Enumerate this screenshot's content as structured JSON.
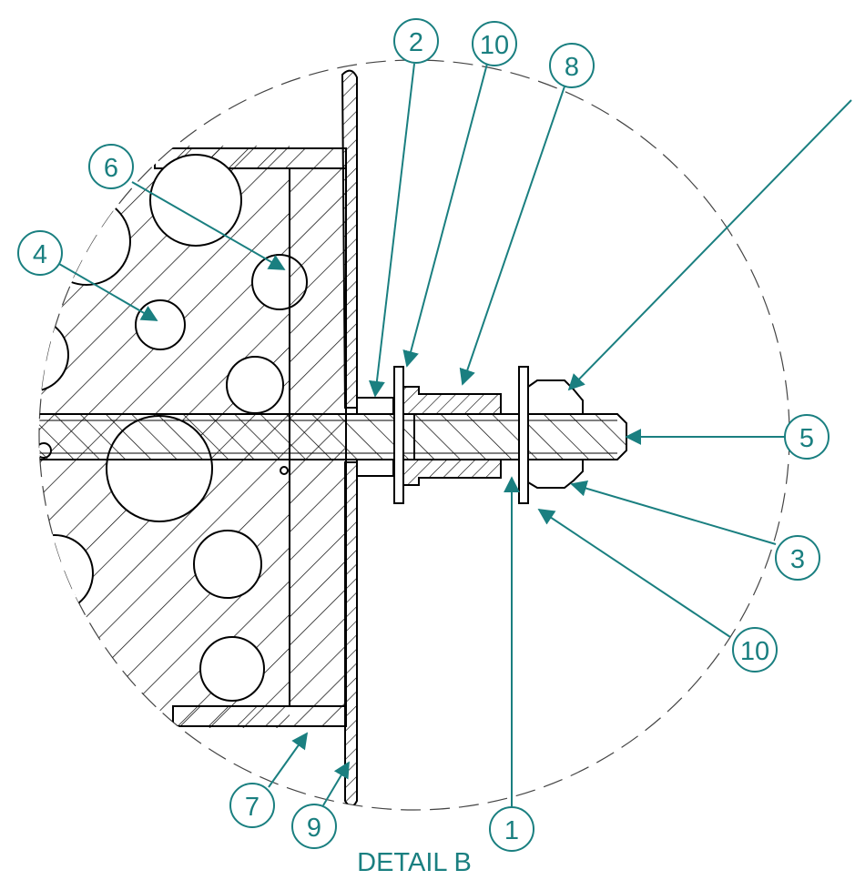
{
  "drawing": {
    "title": "DETAIL B",
    "colors": {
      "callout": "#1a7f80",
      "line": "#000000",
      "background": "#ffffff"
    },
    "balloons": [
      {
        "id": "balloon-2",
        "label": "2"
      },
      {
        "id": "balloon-10-top",
        "label": "10"
      },
      {
        "id": "balloon-8",
        "label": "8"
      },
      {
        "id": "balloon-6",
        "label": "6"
      },
      {
        "id": "balloon-4",
        "label": "4"
      },
      {
        "id": "balloon-5",
        "label": "5"
      },
      {
        "id": "balloon-3",
        "label": "3"
      },
      {
        "id": "balloon-10-bottom",
        "label": "10"
      },
      {
        "id": "balloon-7",
        "label": "7"
      },
      {
        "id": "balloon-9",
        "label": "9"
      },
      {
        "id": "balloon-1",
        "label": "1"
      }
    ]
  }
}
